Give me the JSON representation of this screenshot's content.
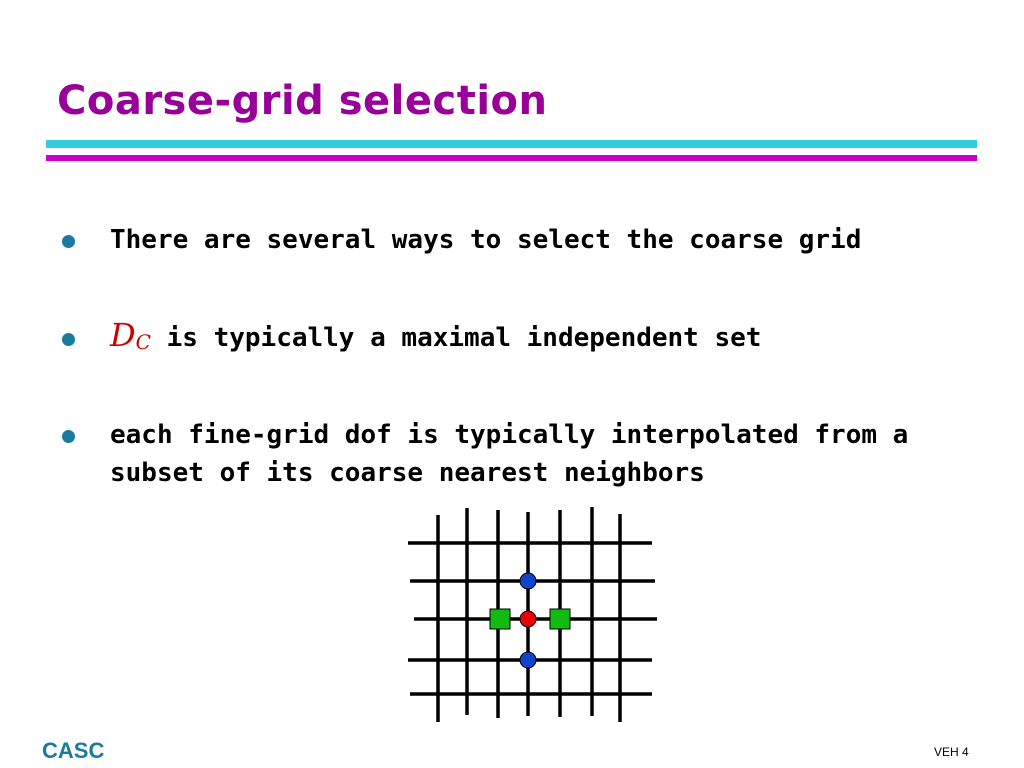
{
  "slide": {
    "title": "Coarse-grid selection",
    "bullets": [
      {
        "text": "There are several ways to select the coarse grid"
      },
      {
        "math_main": "D",
        "math_sub": "C",
        "text": "is typically a maximal independent set"
      },
      {
        "line1": "each fine-grid dof is typically interpolated from a",
        "line2": "subset of its coarse nearest neighbors"
      }
    ]
  },
  "colors": {
    "title": "#990099",
    "rule_top": "#33ccdd",
    "rule_bottom": "#cc00cc",
    "bullet": "#1a7aa0",
    "math": "#cc0000",
    "fine_node": "#ee0000",
    "coarse_node_circle": "#1144cc",
    "coarse_node_square": "#11bb11"
  },
  "diagram": {
    "vertical_lines": 7,
    "horizontal_lines": 5,
    "center_node": "red-circle",
    "vertical_neighbors": "blue-circle",
    "horizontal_neighbors": "green-square"
  },
  "footer": {
    "left": "CASC",
    "right": "VEH 4"
  }
}
